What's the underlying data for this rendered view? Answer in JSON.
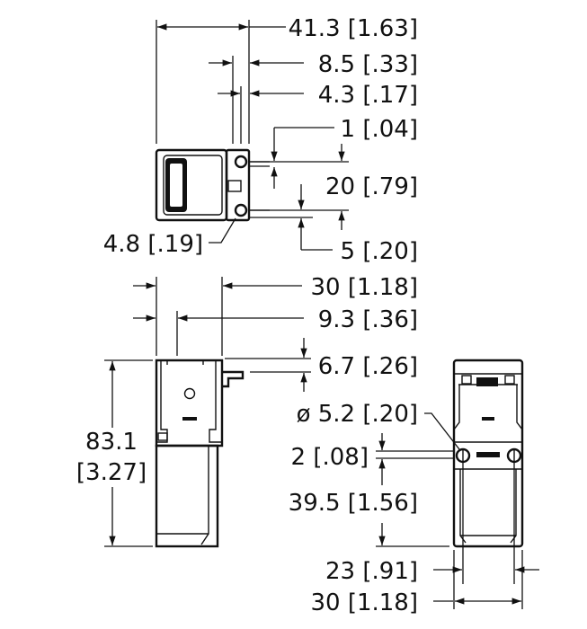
{
  "dimensions": {
    "top_width": "41.3 [1.63]",
    "flange": "8.5 [.33]",
    "flange_inner": "4.3 [.17]",
    "gap": "1 [.04]",
    "hole_spacing": "20 [.79]",
    "hole_offset": "4.8 [.19]",
    "hole_edge": "5 [.20]",
    "side_width": "30 [1.18]",
    "side_offset": "9.3 [.36]",
    "tab": "6.7 [.26]",
    "height_mm": "83.1",
    "height_in": "[3.27]",
    "hole_diameter": "ø 5.2 [.20]",
    "slot": "2 [.08]",
    "hole_height": "39.5 [1.56]",
    "hole_pitch": "23 [.91]",
    "front_width": "30 [1.18]"
  }
}
